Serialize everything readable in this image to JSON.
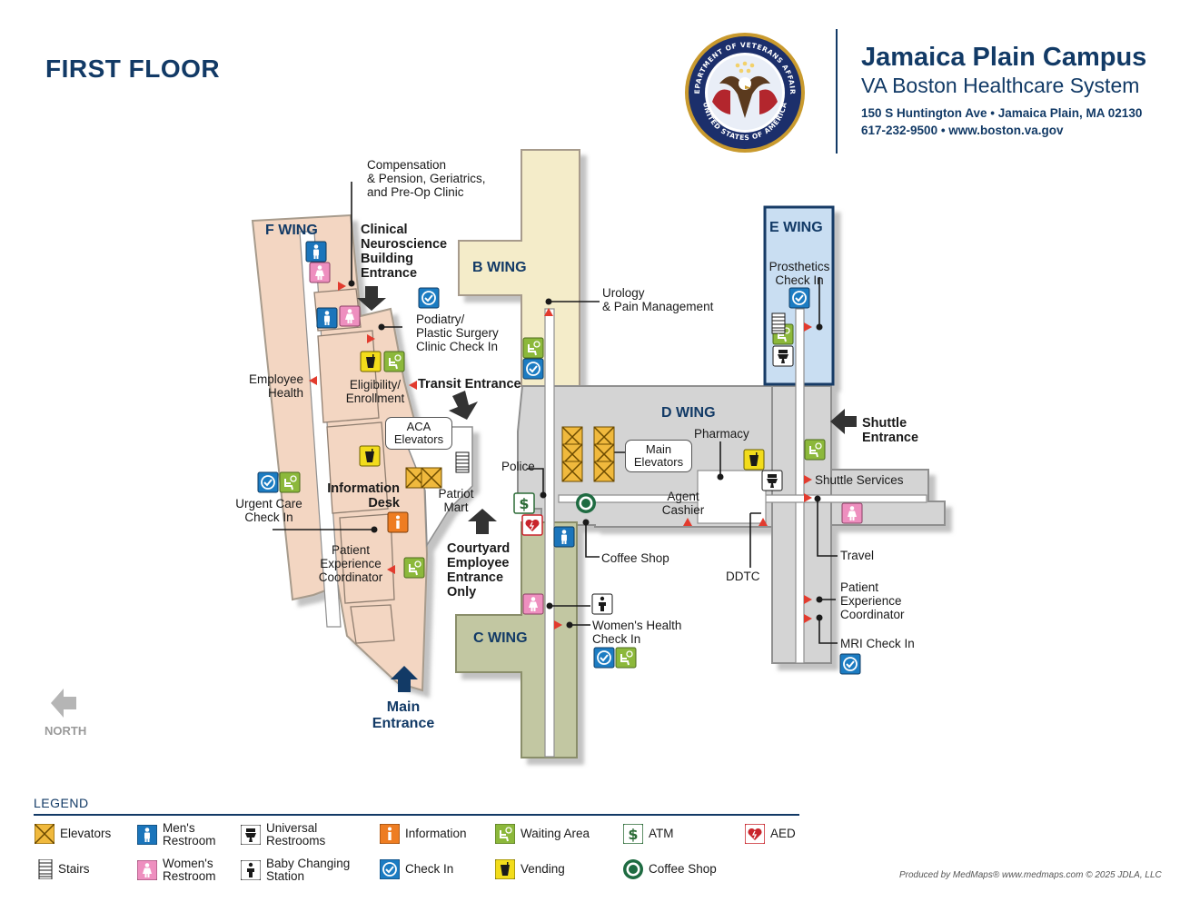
{
  "header": {
    "floor_title": "FIRST FLOOR",
    "campus_name": "Jamaica Plain Campus",
    "system_name": "VA Boston Healthcare System",
    "address": "150 S Huntington Ave • Jamaica Plain, MA 02130",
    "phone_web": "617-232-9500 • www.boston.va.gov"
  },
  "seal": {
    "text": "DEPARTMENT OF VETERANS AFFAIRS • UNITED STATES OF AMERICA",
    "colors": {
      "ring": "#1c2f6b",
      "gold": "#c99a2e",
      "red": "#b3262d"
    }
  },
  "wings": {
    "f": "F WING",
    "b": "B WING",
    "e": "E WING",
    "d": "D WING",
    "c": "C WING"
  },
  "entrances": {
    "clinical": "Clinical\nNeuroscience\nBuilding\nEntrance",
    "transit": "Transit Entrance",
    "shuttle": "Shuttle\nEntrance",
    "courtyard": "Courtyard\nEmployee\nEntrance\nOnly",
    "main": "Main\nEntrance"
  },
  "labels": {
    "compensation": "Compensation\n& Pension, Geriatrics,\nand Pre-Op Clinic",
    "urology": "Urology\n& Pain Management",
    "prosthetics": "Prosthetics\nCheck In",
    "podiatry": "Podiatry/\nPlastic Surgery\nClinic Check In",
    "employee_health": "Employee\nHealth",
    "eligibility": "Eligibility/\nEnrollment",
    "aca_elevators": "ACA\nElevators",
    "main_elevators": "Main\nElevators",
    "pharmacy": "Pharmacy",
    "police": "Police",
    "information_desk": "Information\nDesk",
    "patriot_mart": "Patriot\nMart",
    "urgent_care": "Urgent Care\nCheck In",
    "patient_exp_left": "Patient\nExperience\nCoordinator",
    "agent_cashier": "Agent\nCashier",
    "shuttle_services": "Shuttle Services",
    "coffee_shop": "Coffee Shop",
    "ddtc": "DDTC",
    "travel": "Travel",
    "patient_exp_right": "Patient\nExperience\nCoordinator",
    "mri": "MRI Check In",
    "womens_health": "Women's Health\nCheck In"
  },
  "north": "NORTH",
  "legend": {
    "title": "LEGEND",
    "items": [
      {
        "label": "Elevators",
        "icon": "elevator-icon"
      },
      {
        "label": "Men's\nRestroom",
        "icon": "mens-restroom-icon"
      },
      {
        "label": "Universal\nRestrooms",
        "icon": "universal-restroom-icon"
      },
      {
        "label": "Information",
        "icon": "information-icon"
      },
      {
        "label": "Waiting Area",
        "icon": "waiting-area-icon"
      },
      {
        "label": "ATM",
        "icon": "atm-icon"
      },
      {
        "label": "AED",
        "icon": "aed-icon"
      },
      {
        "label": "Stairs",
        "icon": "stairs-icon"
      },
      {
        "label": "Women's\nRestroom",
        "icon": "womens-restroom-icon"
      },
      {
        "label": "Baby Changing\nStation",
        "icon": "baby-changing-icon"
      },
      {
        "label": "Check In",
        "icon": "check-in-icon"
      },
      {
        "label": "Vending",
        "icon": "vending-icon"
      },
      {
        "label": "Coffee Shop",
        "icon": "coffee-shop-icon"
      }
    ]
  },
  "credit": "Produced by MedMaps® www.medmaps.com © 2025 JDLA, LLC",
  "colors": {
    "navy": "#123a66",
    "f_wing": "#f3d6c2",
    "b_wing": "#f4ecc9",
    "e_wing": "#c9def2",
    "c_wing": "#c2c7a2",
    "d_wing": "#d4d4d4",
    "marker": "#e23b2e",
    "check_in": "#1c7cc2",
    "waiting": "#8cb83b",
    "vending": "#f2dc1b",
    "info": "#ee7d22",
    "mens": "#1b75bb",
    "womens": "#ee8fbf",
    "elevator": "#f0b93d"
  }
}
